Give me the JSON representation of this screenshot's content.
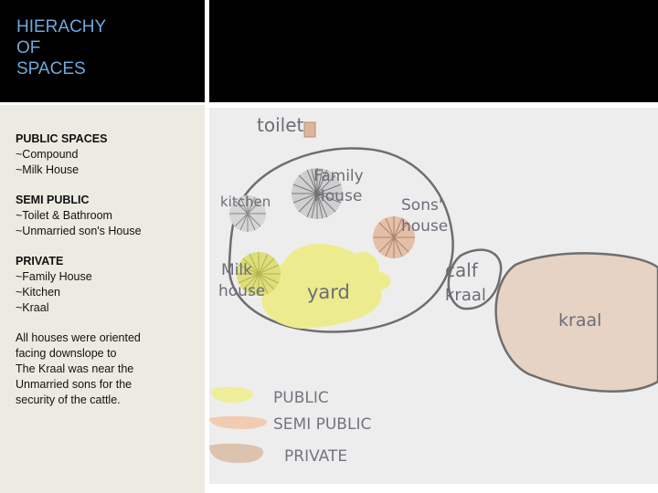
{
  "title": "HIERACHY\nOF\nSPACES",
  "notes": {
    "sections": [
      {
        "heading": "PUBLIC SPACES",
        "lines": [
          "~Compound",
          "~Milk House"
        ]
      },
      {
        "heading": "SEMI PUBLIC",
        "lines": [
          "~Toilet & Bathroom",
          "~Unmarried son's House"
        ]
      },
      {
        "heading": "PRIVATE",
        "lines": [
          "~Family House",
          "~Kitchen",
          "~Kraal"
        ]
      }
    ],
    "paragraph": [
      "All houses were oriented",
      "facing downslope to",
      "The Kraal was near the",
      "Unmarried sons for the",
      "security of the cattle."
    ]
  },
  "diagram": {
    "labels": {
      "toilet": "toilet",
      "family": "Family",
      "house": "House",
      "kitchen": "kitchen",
      "sons": "Sons'",
      "sons_house": "house",
      "milk": "Milk",
      "milk_house": "house",
      "yard": "yard",
      "calf": "calf",
      "kraal_small": "kraal",
      "kraal": "kraal"
    },
    "legend": [
      {
        "label": "PUBLIC",
        "color": "#eeee9a"
      },
      {
        "label": "SEMI PUBLIC",
        "color": "#f1ccb0"
      },
      {
        "label": "PRIVATE",
        "color": "#dcc3ae"
      }
    ],
    "colors": {
      "yard": "#ecec8e",
      "kraal": "#e6d3c4",
      "public_house": "#c8c85a",
      "semi_public_house": "#c79274",
      "private_house": "#8a8a8a",
      "outline": "#6e6e6e",
      "paper": "#eeeded"
    }
  }
}
